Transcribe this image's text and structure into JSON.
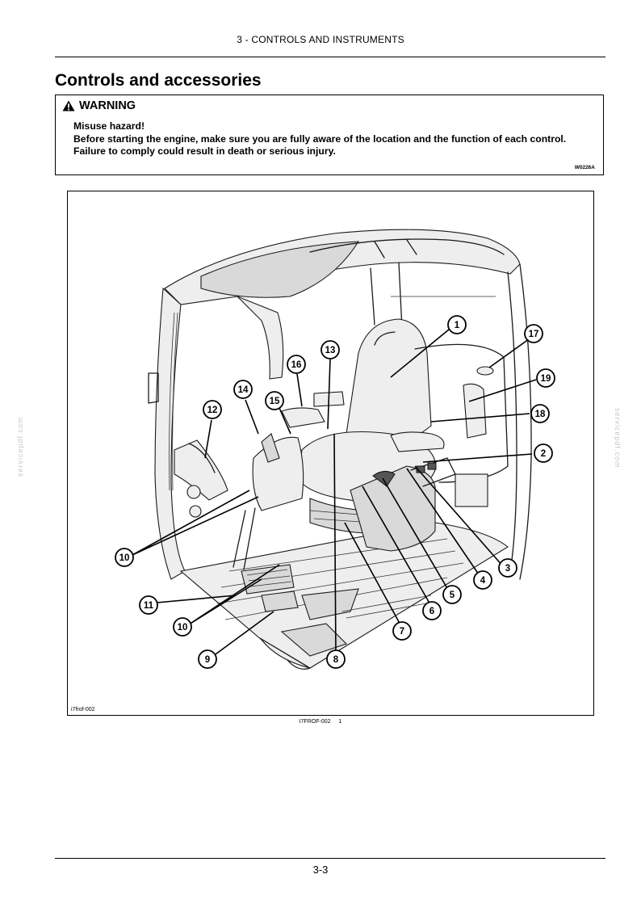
{
  "header": {
    "section": "3 - CONTROLS AND INSTRUMENTS"
  },
  "title": "Controls and accessories",
  "warning": {
    "label": "WARNING",
    "line1": "Misuse hazard!",
    "line2": "Before starting the engine, make sure you are fully aware of the location and the function of each control.",
    "line3": "Failure to comply could result in death or serious injury.",
    "code": "W0226A"
  },
  "figure": {
    "code": "i7frof-002",
    "caption_code": "I7FROF-002",
    "caption_number": "1",
    "callouts": [
      "1",
      "2",
      "3",
      "4",
      "5",
      "6",
      "7",
      "8",
      "9",
      "10",
      "10",
      "11",
      "12",
      "13",
      "14",
      "15",
      "16",
      "17",
      "18",
      "19"
    ]
  },
  "footer": {
    "page": "3-3"
  },
  "watermark": "servicepdf.com"
}
